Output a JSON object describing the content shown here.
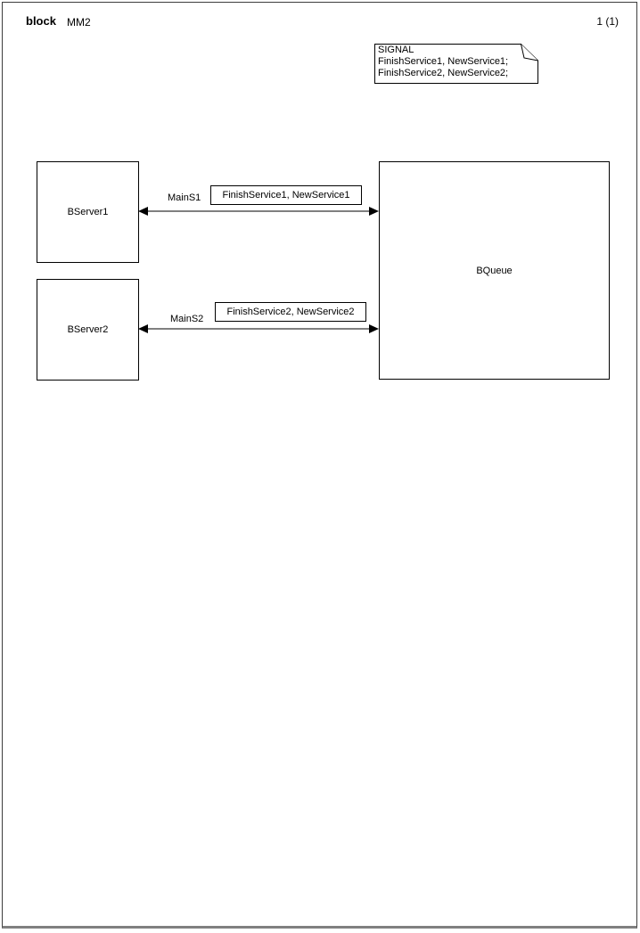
{
  "header": {
    "kind_label": "block",
    "diagram_name": "MM2",
    "page_number": "1 (1)"
  },
  "signal_note": {
    "lines": [
      "SIGNAL",
      "FinishService1, NewService1;",
      "FinishService2, NewService2;"
    ]
  },
  "blocks": [
    {
      "id": "BServer1",
      "label": "BServer1"
    },
    {
      "id": "BServer2",
      "label": "BServer2"
    },
    {
      "id": "BQueue",
      "label": "BQueue"
    }
  ],
  "channels": [
    {
      "name": "MainS1",
      "signal_list": "FinishService1, NewService1",
      "from": "BServer1",
      "to": "BQueue",
      "bidirectional": true
    },
    {
      "name": "MainS2",
      "signal_list": "FinishService2, NewService2",
      "from": "BServer2",
      "to": "BQueue",
      "bidirectional": true
    }
  ],
  "colors": {
    "channel_line": "#808080",
    "arrowhead": "#000000",
    "symbol_border": "#000000",
    "background": "#ffffff"
  }
}
